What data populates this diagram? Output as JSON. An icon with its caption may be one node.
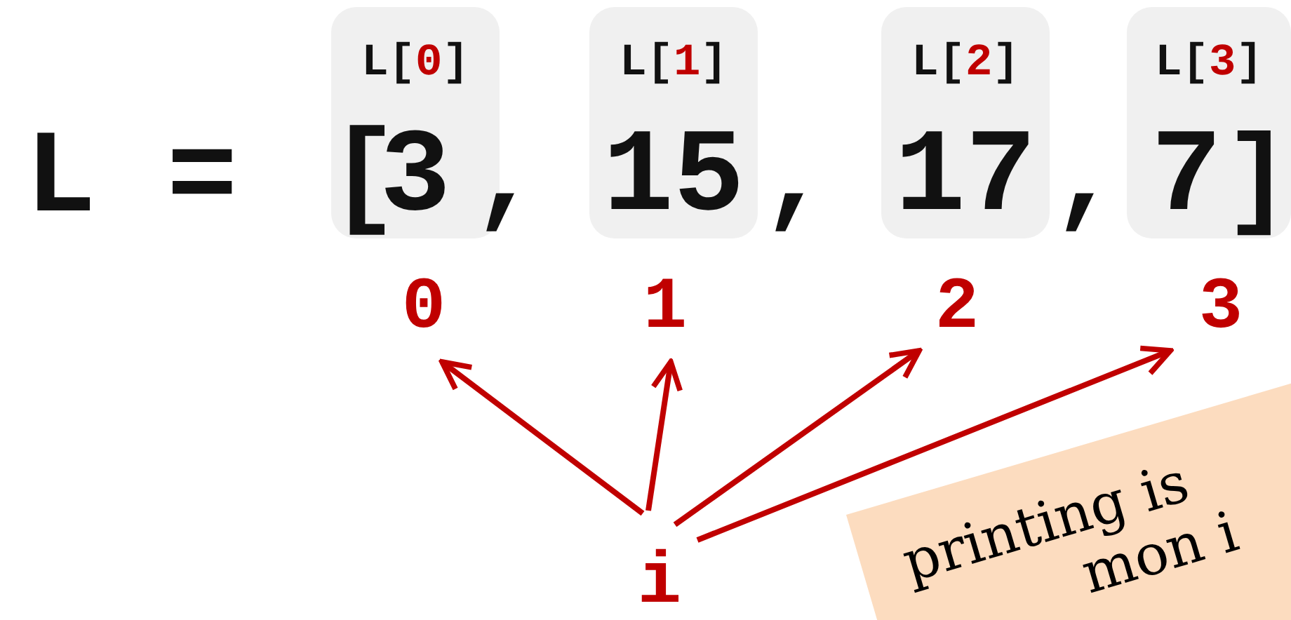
{
  "diagram": {
    "nodes": [
      {
        "text": [
          "L[0]",
          "3"
        ]
      },
      {
        "text": [
          "L[1]",
          "15"
        ]
      },
      {
        "text": [
          "L[2]",
          "17"
        ]
      },
      {
        "text": [
          "L[3]",
          "7"
        ]
      },
      {
        "text": [
          "0"
        ]
      },
      {
        "text": [
          "1"
        ]
      },
      {
        "text": [
          "2"
        ]
      },
      {
        "text": [
          "3"
        ]
      },
      {
        "text": [
          "i"
        ]
      },
      {
        "text": [
          "printing is",
          "mon i"
        ]
      }
    ],
    "edges": [
      {
        "from": 8,
        "to": 4,
        "arrow": "to"
      },
      {
        "from": 8,
        "to": 5,
        "arrow": "to"
      },
      {
        "from": 8,
        "to": 6,
        "arrow": "to"
      },
      {
        "from": 8,
        "to": 7,
        "arrow": "to"
      }
    ],
    "labels": [
      "L =",
      "[",
      ",",
      ",",
      ",",
      "]"
    ]
  }
}
